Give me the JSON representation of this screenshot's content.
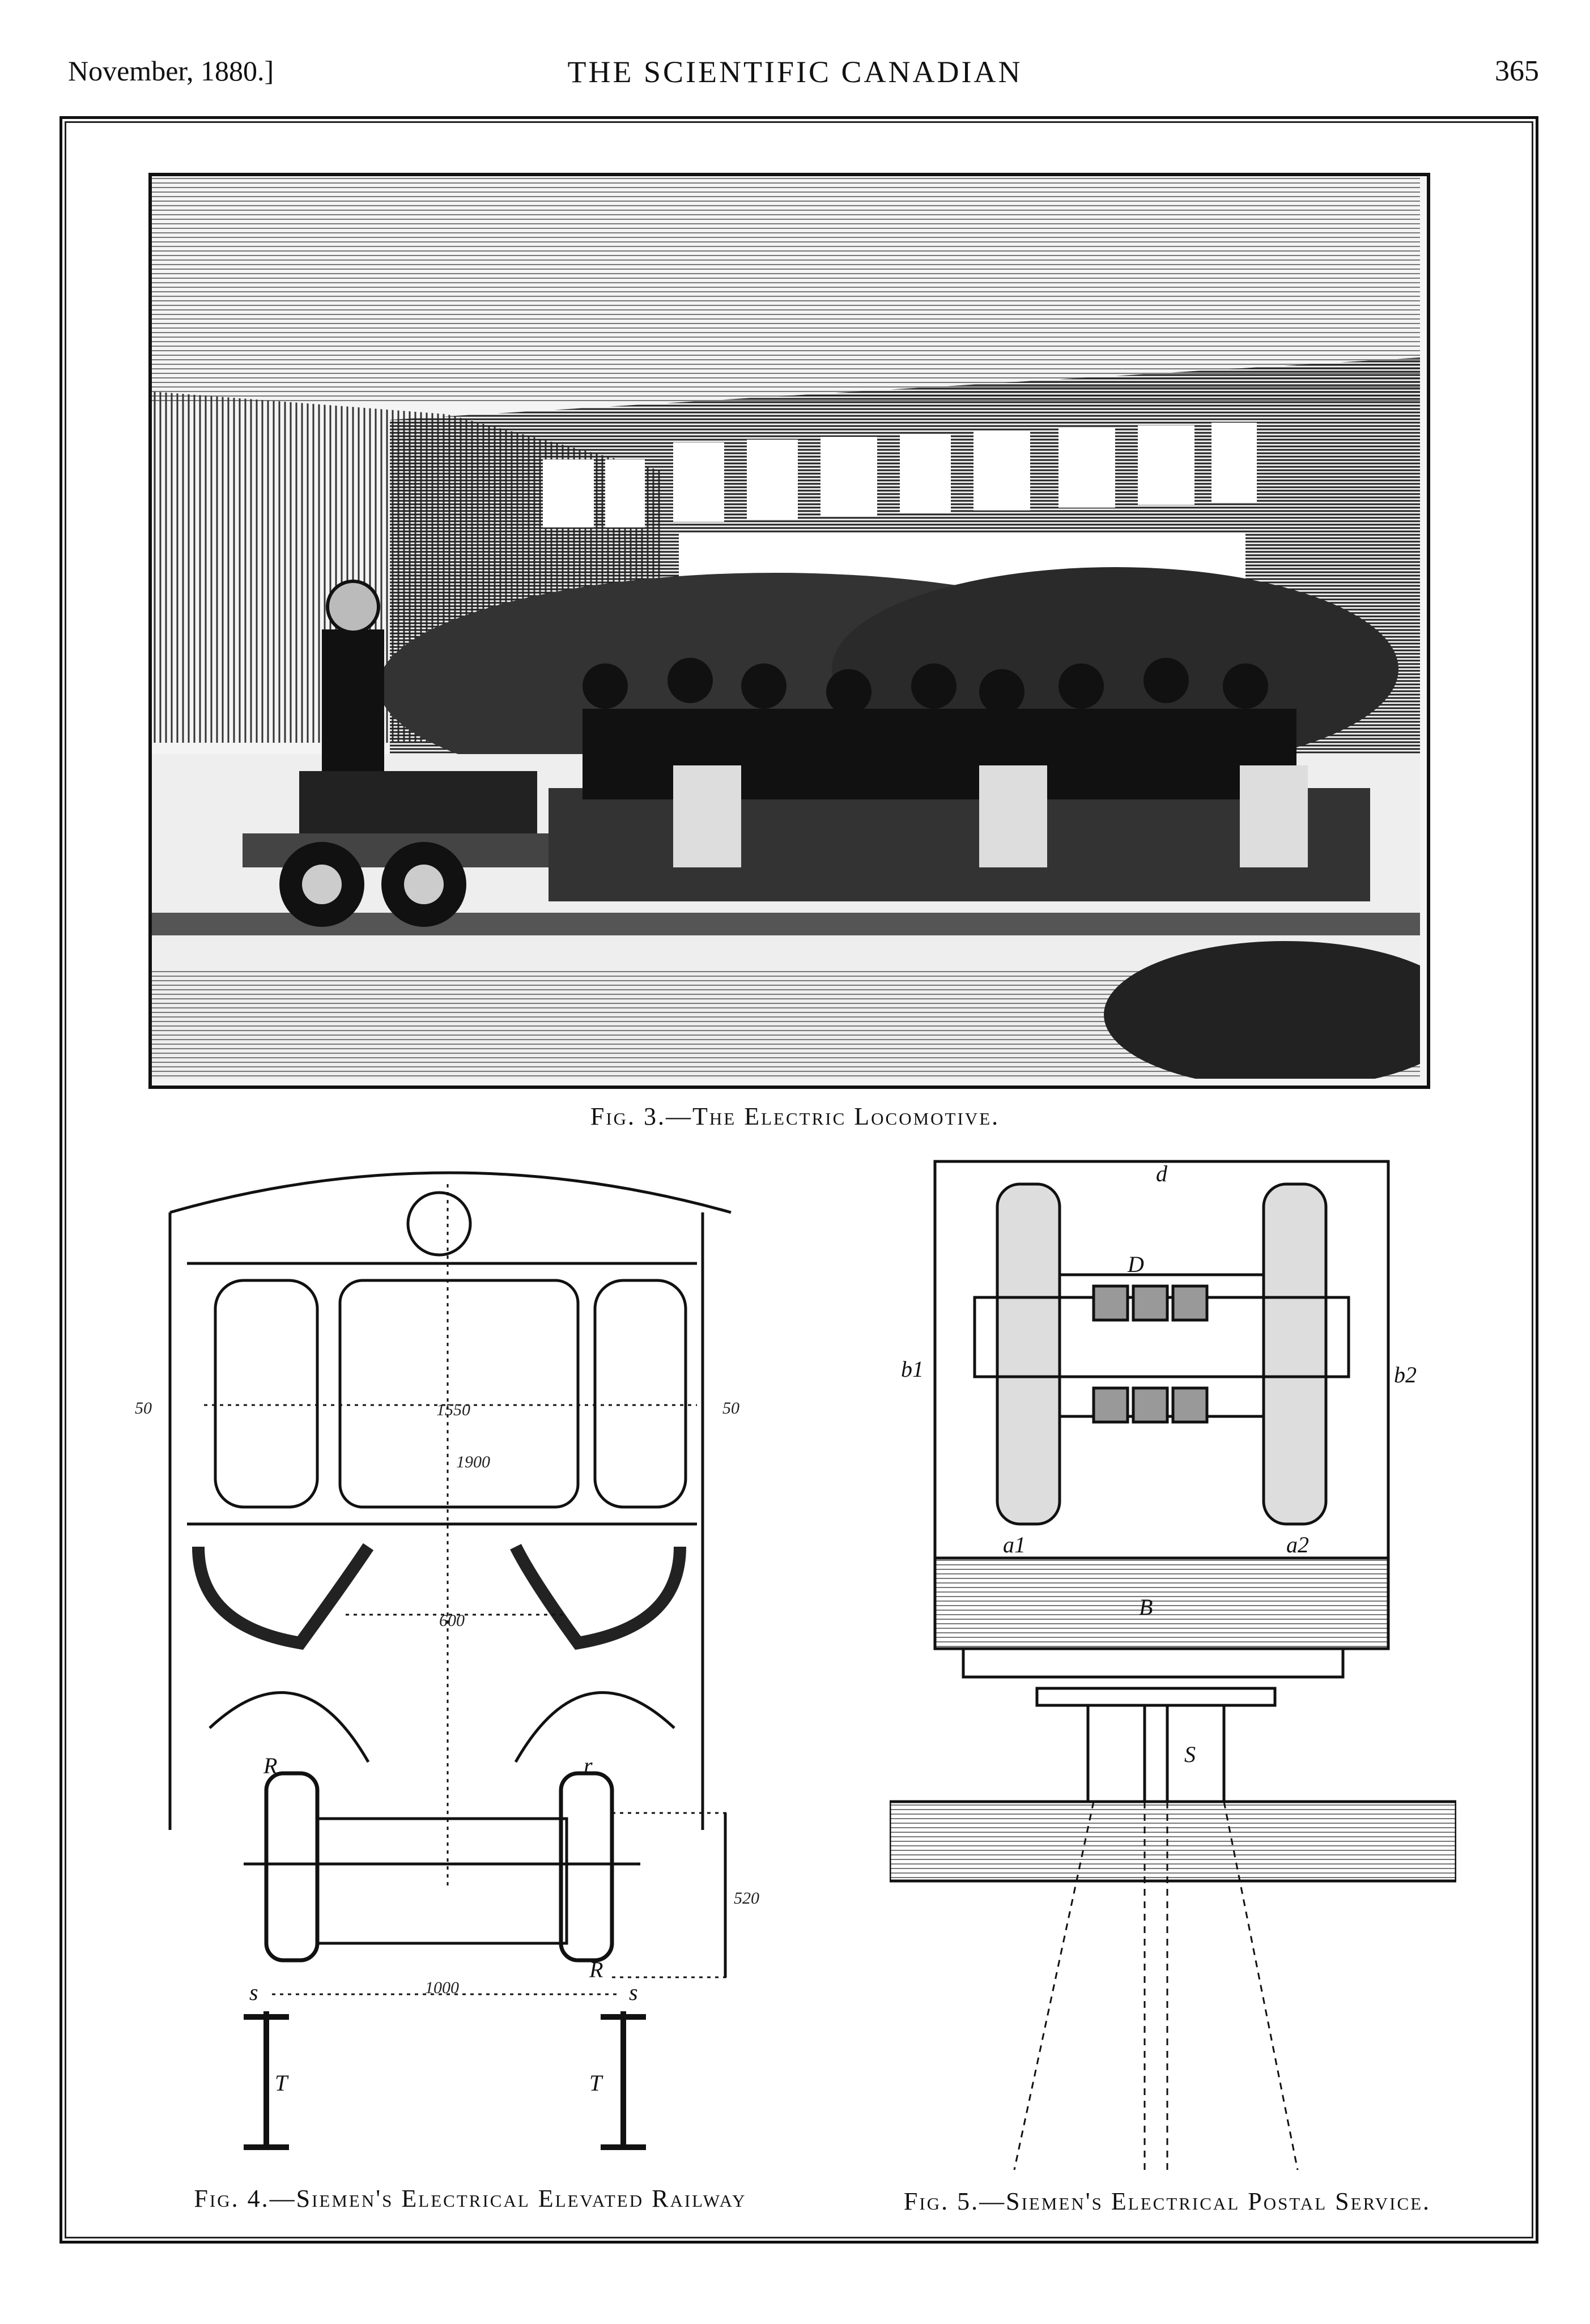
{
  "header": {
    "left": "November, 1880.]",
    "center": "THE SCIENTIFIC CANADIAN",
    "right": "365"
  },
  "figures": {
    "fig3": {
      "caption": "Fig. 3.—The Electric Locomotive."
    },
    "fig4": {
      "caption": "Fig. 4.—Siemen's Electrical Elevated Railway",
      "labels": {
        "dim_width": "1550",
        "dim_height": "1900",
        "dim_inner": "600",
        "dim_left": "50",
        "dim_right": "50",
        "dim_wheel": "520",
        "dim_track": "1000",
        "R_left": "R",
        "r_right": "r",
        "R_bottom": "R",
        "s_left": "s",
        "s_right": "s",
        "T_left": "T",
        "T_right": "T"
      }
    },
    "fig5": {
      "caption": "Fig. 5.—Siemen's Electrical Postal Service.",
      "labels": {
        "d": "d",
        "D": "D",
        "b1": "b1",
        "b2": "b2",
        "a1": "a1",
        "a2": "a2",
        "B": "B",
        "S": "S"
      }
    }
  }
}
